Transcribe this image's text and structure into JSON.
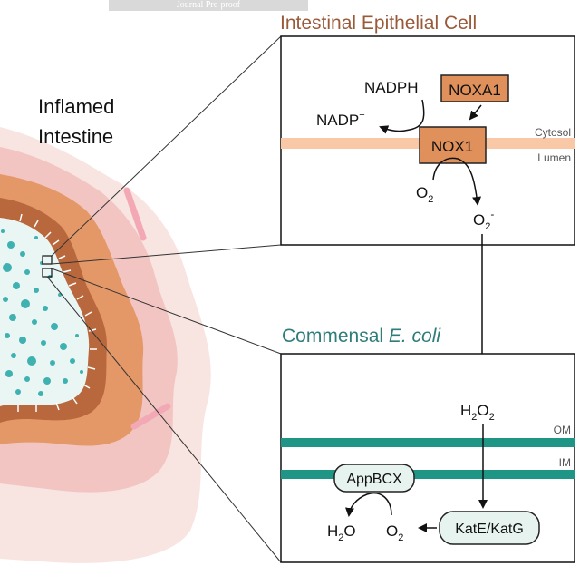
{
  "watermark": "Journal Pre-proof",
  "organ": {
    "line1": "Inflamed",
    "line2": "Intestine"
  },
  "top_panel": {
    "title": "Intestinal Epithelial Cell",
    "nadph": "NADPH",
    "nadp": "NADP",
    "nadp_sup": "+",
    "noxa1": "NOXA1",
    "nox1": "NOX1",
    "cytosol": "Cytosol",
    "lumen": "Lumen",
    "o2": "O",
    "o2_sub": "2",
    "superoxide": "O",
    "superoxide_sub": "2",
    "superoxide_sup": "-"
  },
  "bottom_panel": {
    "title_plain": "Commensal ",
    "title_italic": "E. coli",
    "h2o2_h": "H",
    "h2o2_sub1": "2",
    "h2o2_o": "O",
    "h2o2_sub2": "2",
    "om": "OM",
    "im": "IM",
    "appbcx": "AppBCX",
    "h2o_h": "H",
    "h2o_sub": "2",
    "h2o_o": "O",
    "o2": "O",
    "o2_sub": "2",
    "kate": "KatE/KatG"
  },
  "colors": {
    "title_brown": "#9a5a3a",
    "title_teal": "#2e7d7a",
    "box_orange": "#e0915b",
    "membrane_peach": "#f9c9a7",
    "membrane_teal": "#1f9585",
    "bubble_fill": "#e7f3ee"
  }
}
